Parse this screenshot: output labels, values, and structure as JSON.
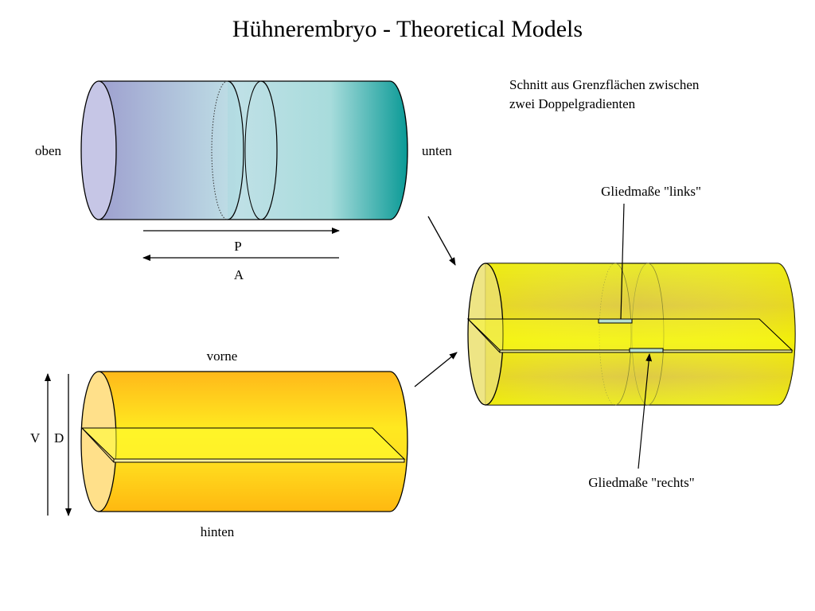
{
  "title": "Hühnerembryo - Theoretical Models",
  "note": {
    "line1": "Schnitt aus Grenzflächen zwischen",
    "line2": "zwei Doppelgradienten"
  },
  "ap_model": {
    "left_label": "oben",
    "right_label": "unten",
    "arrow_forward_label": "P",
    "arrow_back_label": "A"
  },
  "dv_model": {
    "top_label": "vorne",
    "bottom_label": "hinten",
    "axis_left_label": "V",
    "axis_right_label": "D"
  },
  "combined_model": {
    "upper_limb_label": "Gliedmaße \"links\"",
    "lower_limb_label": "Gliedmaße \"rechts\""
  },
  "colors": {
    "ap_gradient_start": "#9ea0cf",
    "ap_gradient_end": "#0a9a96",
    "dv_fill": "#ffc81a",
    "combined_fill": "#e6e600",
    "limb_marker": "#b8e0d0"
  }
}
